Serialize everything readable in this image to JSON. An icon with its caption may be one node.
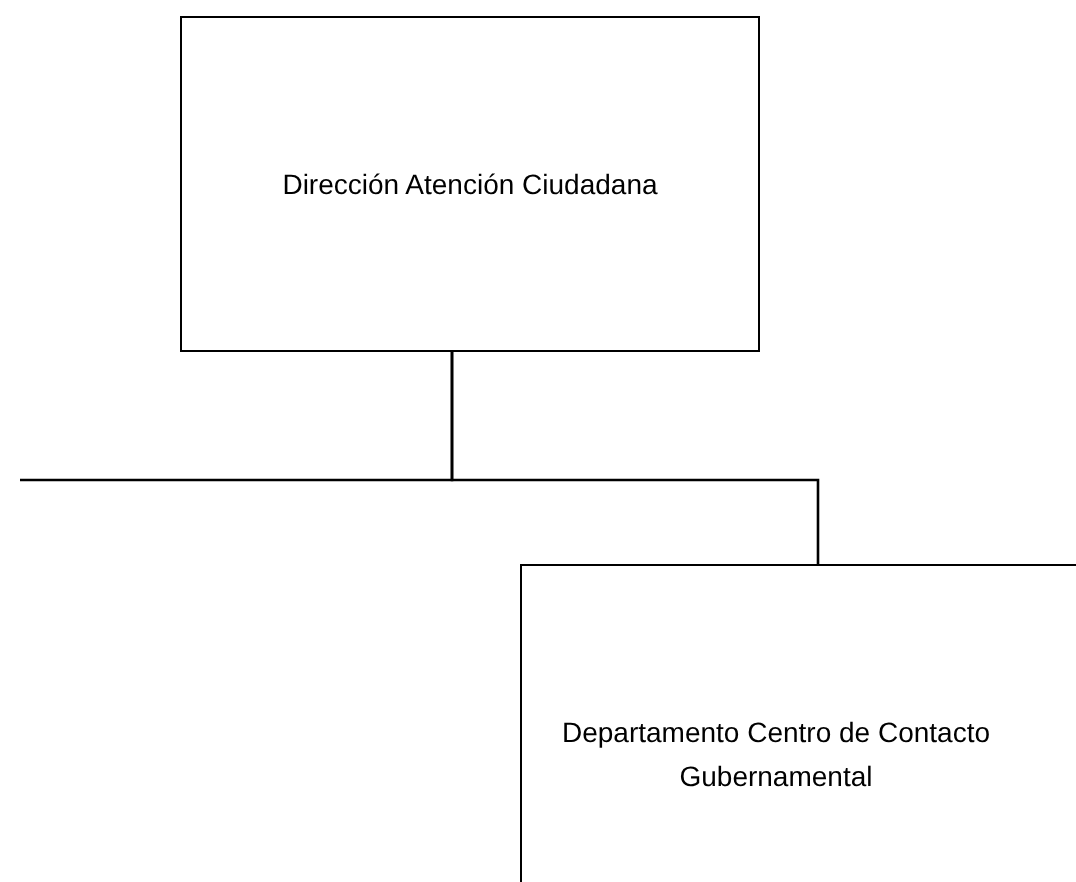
{
  "diagram": {
    "nodes": [
      {
        "text": [
          "Dirección Atención Ciudadana"
        ]
      },
      {
        "text": [
          "Departamento Centro de Contacto Gubernamental"
        ]
      }
    ],
    "edges": [
      {
        "from": 0,
        "to": 1,
        "arrow": "none"
      },
      {
        "from": 0,
        "to": null,
        "arrow": "none"
      }
    ]
  }
}
